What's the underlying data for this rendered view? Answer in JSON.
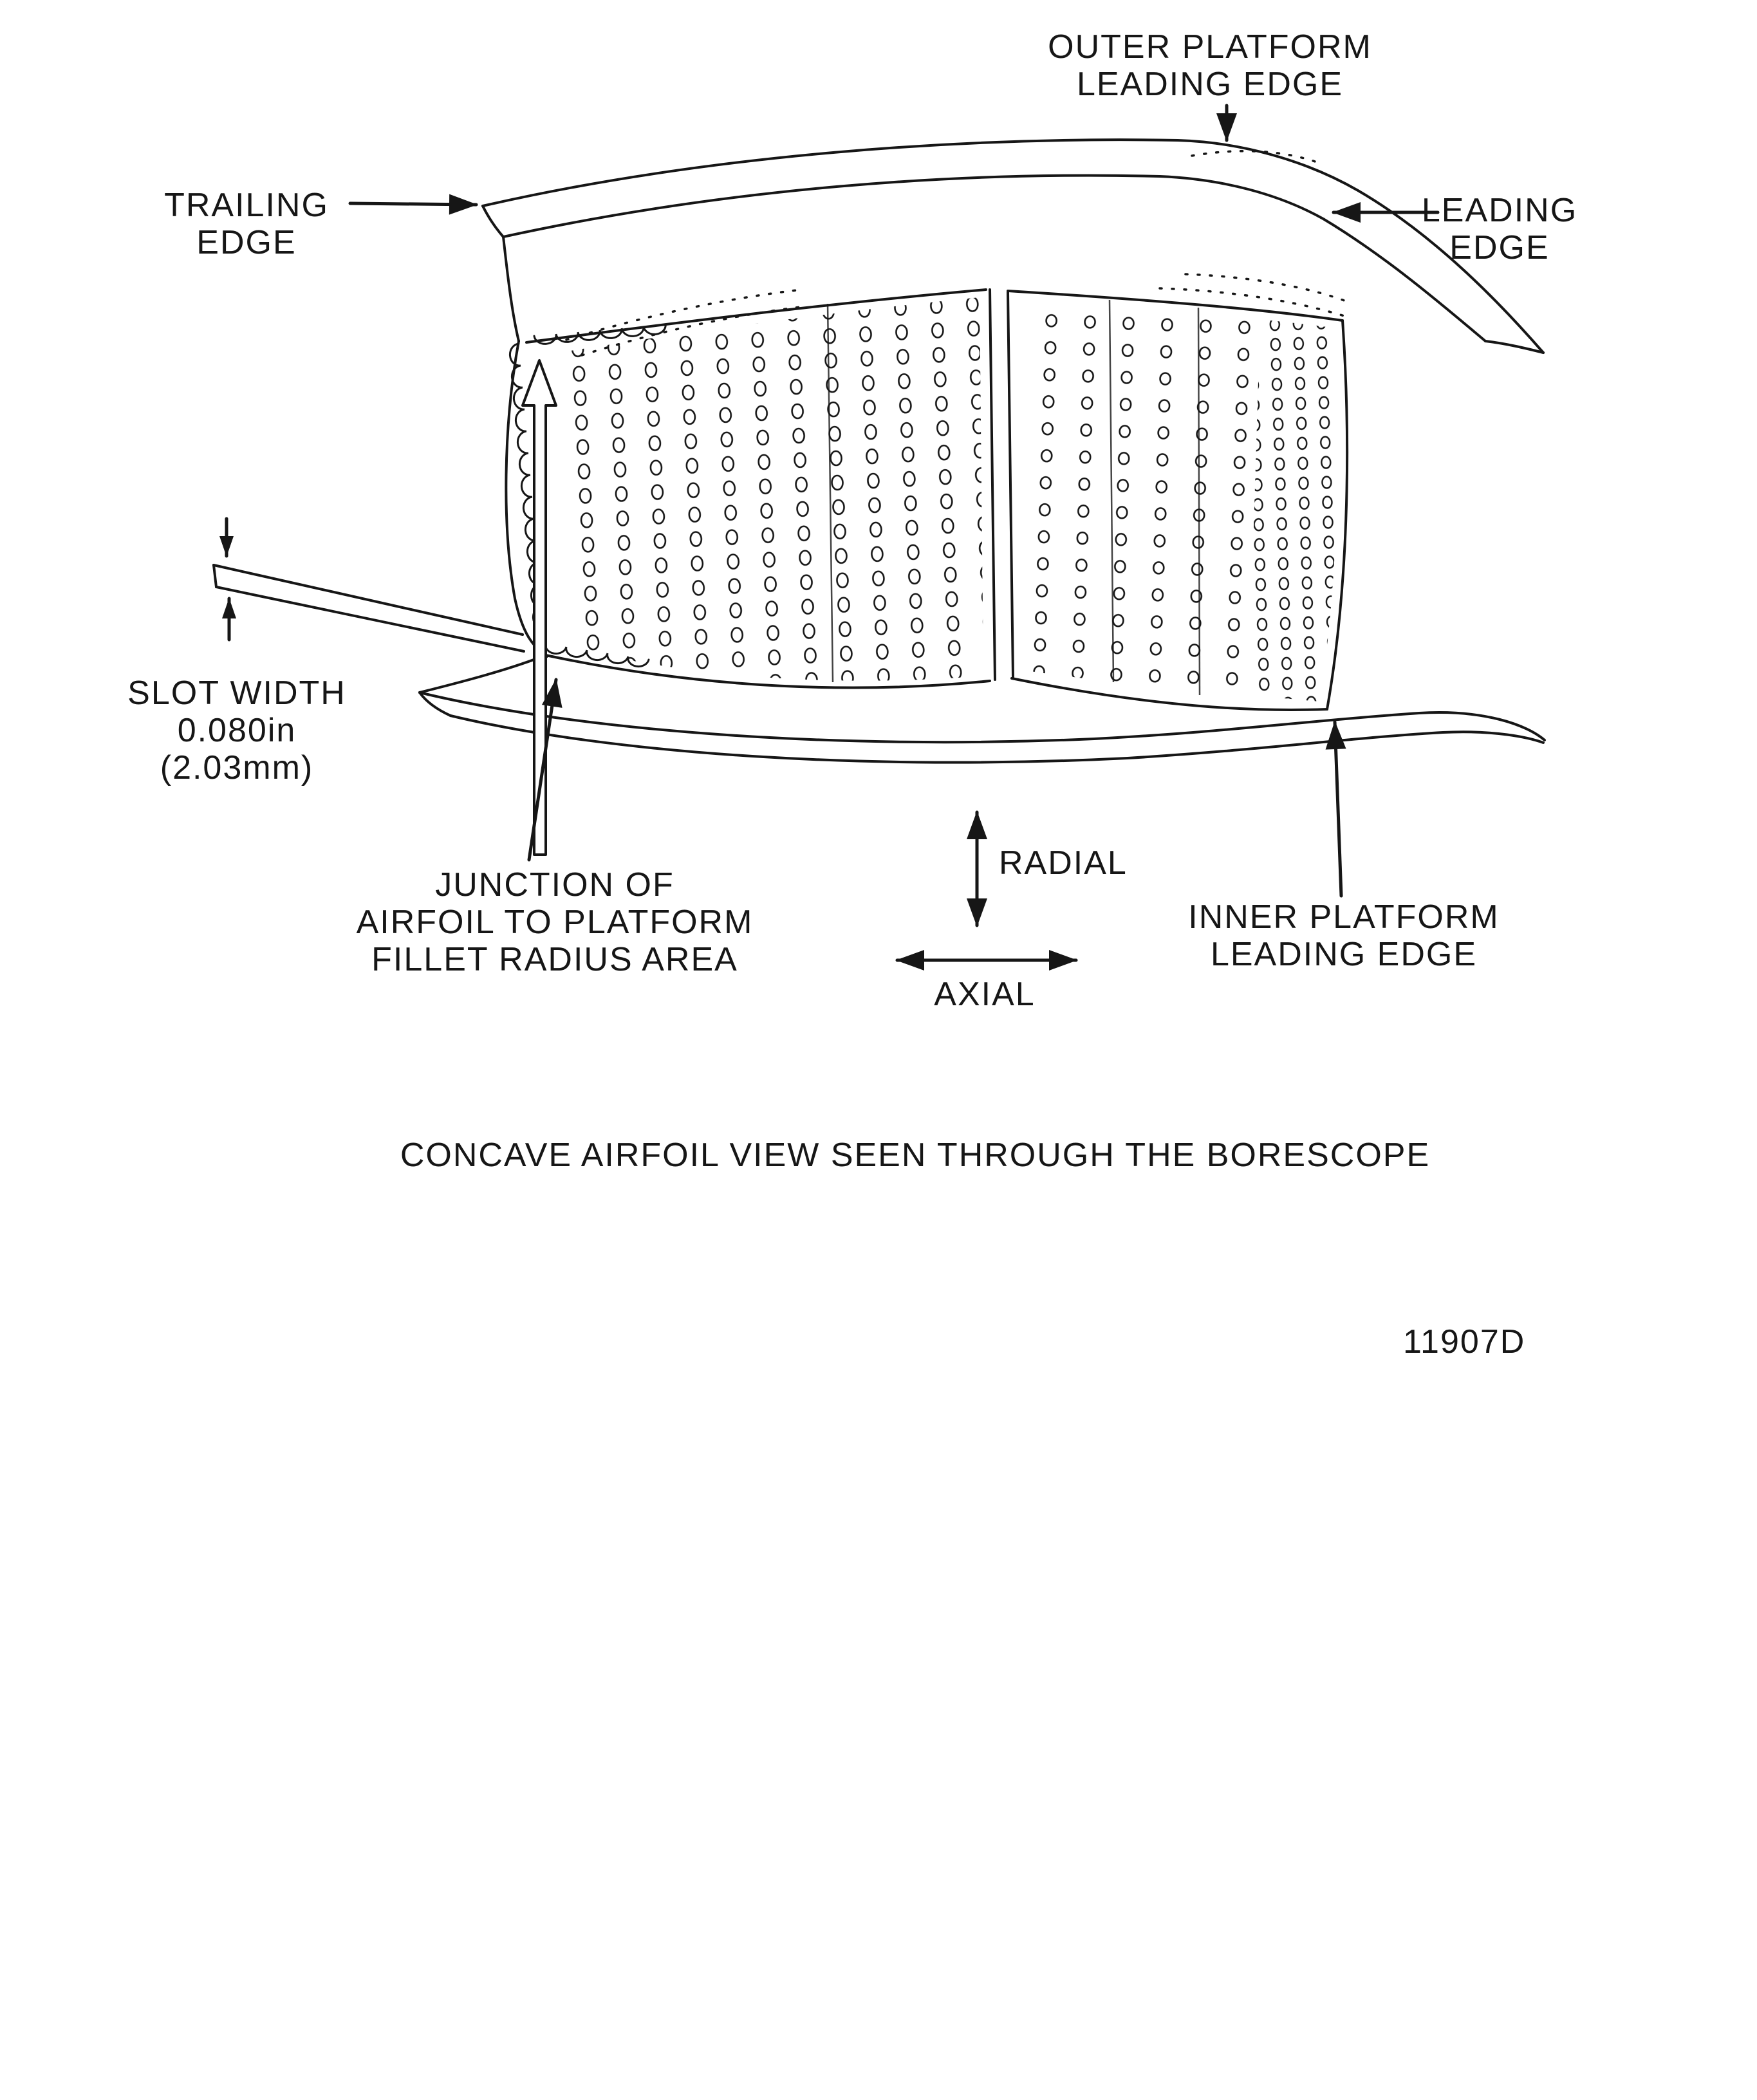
{
  "page": {
    "background": "#ffffff",
    "ink": "#161616"
  },
  "figure": {
    "caption": "CONCAVE AIRFOIL VIEW SEEN THROUGH THE BORESCOPE",
    "figure_number": "11907D"
  },
  "labels": {
    "outer_platform": {
      "line1": "OUTER PLATFORM",
      "line2": "LEADING EDGE"
    },
    "trailing_edge": {
      "line1": "TRAILING",
      "line2": "EDGE"
    },
    "leading_edge": {
      "line1": "LEADING",
      "line2": "EDGE"
    },
    "slot_width": {
      "line1": "SLOT WIDTH",
      "line2": "0.080in",
      "line3": "(2.03mm)"
    },
    "junction": {
      "line1": "JUNCTION OF",
      "line2": "AIRFOIL TO PLATFORM",
      "line3": "FILLET RADIUS AREA"
    },
    "radial": "RADIAL",
    "axial": "AXIAL",
    "inner_platform": {
      "line1": "INNER PLATFORM",
      "line2": "LEADING EDGE"
    }
  },
  "axes": {
    "vertical_axis": "RADIAL",
    "horizontal_axis": "AXIAL"
  }
}
